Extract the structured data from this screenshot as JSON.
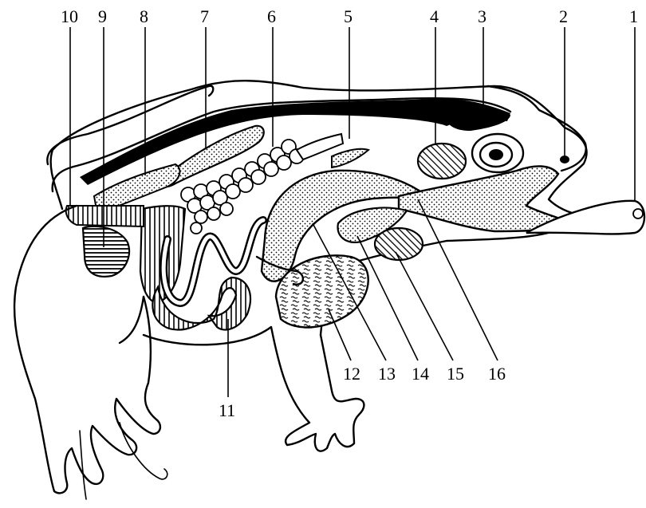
{
  "figure": {
    "labels": [
      {
        "id": "label-1",
        "text": "1"
      },
      {
        "id": "label-2",
        "text": "2"
      },
      {
        "id": "label-3",
        "text": "3"
      },
      {
        "id": "label-4",
        "text": "4"
      },
      {
        "id": "label-5",
        "text": "5"
      },
      {
        "id": "label-6",
        "text": "6"
      },
      {
        "id": "label-7",
        "text": "7"
      },
      {
        "id": "label-8",
        "text": "8"
      },
      {
        "id": "label-9",
        "text": "9"
      },
      {
        "id": "label-10",
        "text": "10"
      },
      {
        "id": "label-11",
        "text": "11"
      },
      {
        "id": "label-12",
        "text": "12"
      },
      {
        "id": "label-13",
        "text": "13"
      },
      {
        "id": "label-14",
        "text": "14"
      },
      {
        "id": "label-15",
        "text": "15"
      },
      {
        "id": "label-16",
        "text": "16"
      }
    ]
  },
  "colors": {
    "ink": "#000000",
    "paper": "#ffffff"
  }
}
